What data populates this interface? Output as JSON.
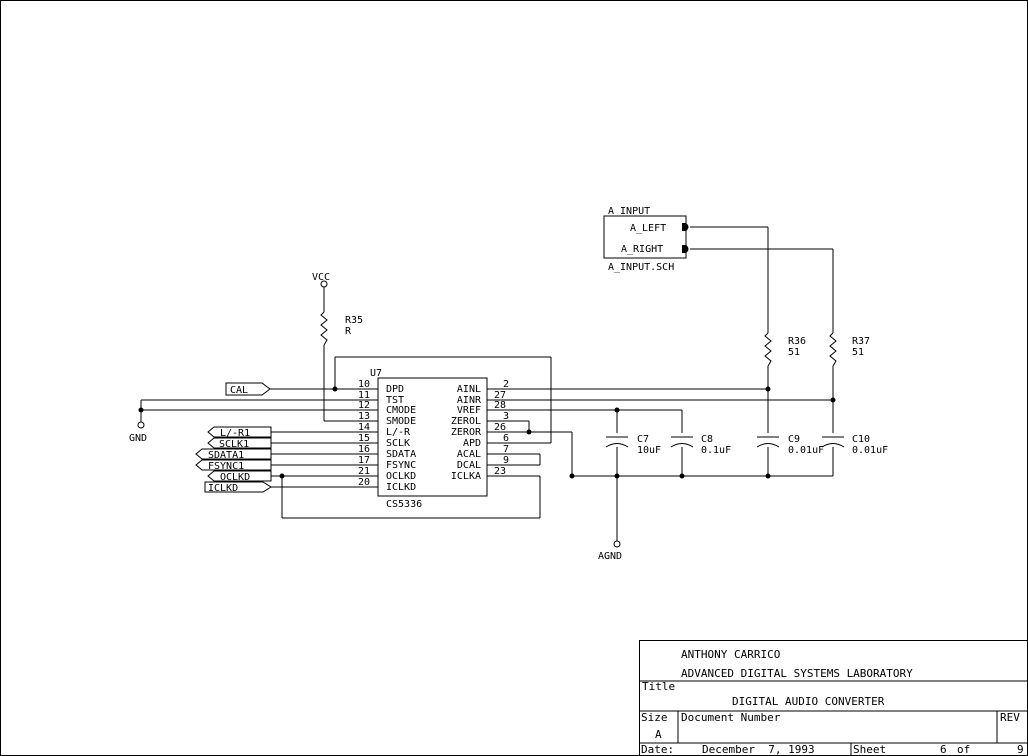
{
  "power": {
    "vcc": "VCC",
    "gnd": "GND",
    "agnd": "AGND"
  },
  "resistors": {
    "r35": {
      "ref": "R35",
      "value": "R"
    },
    "r36": {
      "ref": "R36",
      "value": "51"
    },
    "r37": {
      "ref": "R37",
      "value": "51"
    }
  },
  "capacitors": {
    "c7": {
      "ref": "C7",
      "value": "10uF"
    },
    "c8": {
      "ref": "C8",
      "value": "0.1uF"
    },
    "c9": {
      "ref": "C9",
      "value": "0.01uF"
    },
    "c10": {
      "ref": "C10",
      "value": "0.01uF"
    }
  },
  "chip": {
    "ref": "U7",
    "part": "CS5336",
    "left_pins": [
      {
        "num": "10",
        "name": "DPD"
      },
      {
        "num": "11",
        "name": "TST"
      },
      {
        "num": "12",
        "name": "CMODE"
      },
      {
        "num": "13",
        "name": "SMODE"
      },
      {
        "num": "14",
        "name": "L/-R"
      },
      {
        "num": "15",
        "name": "SCLK"
      },
      {
        "num": "16",
        "name": "SDATA"
      },
      {
        "num": "17",
        "name": "FSYNC"
      },
      {
        "num": "21",
        "name": "OCLKD"
      },
      {
        "num": "20",
        "name": "ICLKD"
      }
    ],
    "right_pins": [
      {
        "num": "2",
        "name": "AINL"
      },
      {
        "num": "27",
        "name": "AINR"
      },
      {
        "num": "28",
        "name": "VREF"
      },
      {
        "num": "3",
        "name": "ZEROL"
      },
      {
        "num": "26",
        "name": "ZEROR"
      },
      {
        "num": "6",
        "name": "APD"
      },
      {
        "num": "7",
        "name": "ACAL"
      },
      {
        "num": "9",
        "name": "DCAL"
      },
      {
        "num": "23",
        "name": "ICLKA"
      }
    ]
  },
  "ports": {
    "cal": "CAL",
    "lr1": "L/-R1",
    "sclk1": "SCLK1",
    "sdata1": "SDATA1",
    "fsync1": "FSYNC1",
    "oclkd": "OCLKD",
    "iclkd": "ICLKD"
  },
  "sub_block": {
    "name": "A_INPUT",
    "file": "A_INPUT.SCH",
    "left_port": "A_LEFT",
    "right_port": "A_RIGHT"
  },
  "title_block": {
    "author": "ANTHONY CARRICO",
    "org": "ADVANCED DIGITAL SYSTEMS LABORATORY",
    "title_label": "Title",
    "title": "DIGITAL AUDIO CONVERTER",
    "size_label": "Size",
    "size": "A",
    "docnum_label": "Document Number",
    "rev_label": "REV",
    "date_label": "Date:",
    "date": "December  7, 1993",
    "sheet_label": "Sheet",
    "sheet_num": "6",
    "sheet_of": "of",
    "sheet_total": "9"
  }
}
